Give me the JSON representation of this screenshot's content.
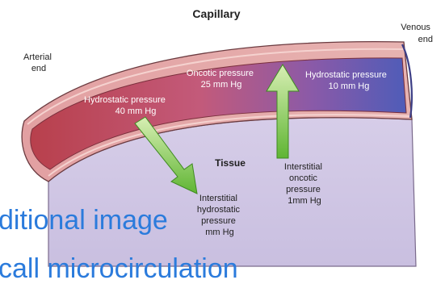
{
  "title": "Capillary",
  "labels": {
    "arterial_end": [
      "Arterial",
      "end"
    ],
    "venous_end": [
      "Venous",
      "end"
    ],
    "tissue": "Tissue",
    "hydrostatic_arterial": [
      "Hydrostatic pressure",
      "40 mm Hg"
    ],
    "oncotic_plasma": [
      "Oncotic pressure",
      "25 mm Hg"
    ],
    "hydrostatic_venous": [
      "Hydrostatic pressure",
      "10 mm Hg"
    ],
    "interstitial_oncotic": [
      "Interstitial",
      "oncotic",
      "pressure",
      "1mm Hg"
    ],
    "interstitial_hydrostatic": [
      "Interstitial",
      "hydrostatic",
      "pressure",
      "mm Hg"
    ]
  },
  "overlay_text": {
    "line1": "ditional image",
    "line2": "call microcirculation"
  },
  "colors": {
    "capillary_arterial": "#c8565f",
    "capillary_venous": "#5560b8",
    "capillary_wall": "#e8a6a6",
    "tissue_fill": "#cdc3e2",
    "arrow_green": "#6fc23e",
    "overlay_text": "#2b7bdc"
  }
}
